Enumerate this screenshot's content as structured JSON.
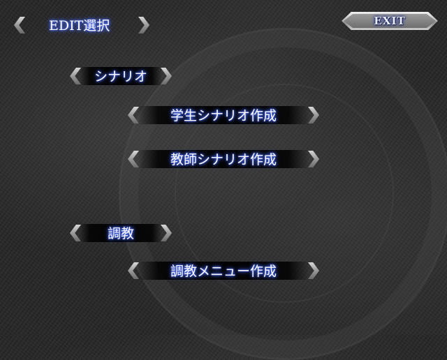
{
  "header": {
    "title": "EDIT選択",
    "exit_label": "EXIT"
  },
  "menu": {
    "scenario": {
      "label": "シナリオ",
      "items": [
        {
          "label": "学生シナリオ作成"
        },
        {
          "label": "教師シナリオ作成"
        }
      ]
    },
    "training": {
      "label": "調教",
      "items": [
        {
          "label": "調教メニュー作成"
        }
      ]
    }
  },
  "colors": {
    "text_glow": "#3a5cff",
    "background": "#2a2a2a"
  }
}
